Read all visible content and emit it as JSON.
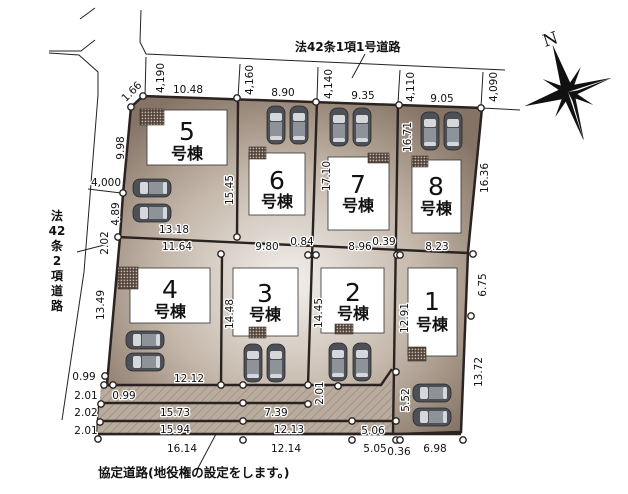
{
  "roads": {
    "north_road_label": "法42条1項1号道路",
    "west_road_label_chars": [
      "法",
      "42",
      "条",
      "2",
      "項",
      "道",
      "路"
    ],
    "agreement_road_caption": "協定道路(地役権の設定をします。)"
  },
  "compass": {
    "north_label": "N"
  },
  "lots": [
    {
      "id": "5",
      "number": "5",
      "suffix": "号棟"
    },
    {
      "id": "6",
      "number": "6",
      "suffix": "号棟"
    },
    {
      "id": "7",
      "number": "7",
      "suffix": "号棟"
    },
    {
      "id": "8",
      "number": "8",
      "suffix": "号棟"
    },
    {
      "id": "4",
      "number": "4",
      "suffix": "号棟"
    },
    {
      "id": "3",
      "number": "3",
      "suffix": "号棟"
    },
    {
      "id": "2",
      "number": "2",
      "suffix": "号棟"
    },
    {
      "id": "1",
      "number": "1",
      "suffix": "号棟"
    }
  ],
  "dimensions": {
    "road_width_north": [
      "4,190",
      "4,160",
      "4,140",
      "4,110",
      "4,090"
    ],
    "road_width_west": "4,000",
    "corner_cut": "1.66",
    "top_frontage": [
      "10.48",
      "8.90",
      "9.35",
      "9.05"
    ],
    "lot5_left": "9.98",
    "lot5_left_lower": "4.89",
    "lot5_bottom": "13.18",
    "lot5_right": "15.45",
    "lot7_left": "17.10",
    "lot8_left": "16.71",
    "lot8_right": "16.36",
    "west_gap": "2.02",
    "mid_line": [
      "11.64",
      "9.80",
      "0.84",
      "8.96",
      "0.39",
      "8.23"
    ],
    "lot4_left": "13.49",
    "lot3_left": "14.48",
    "lot2_left": "14.45",
    "lot1_left": "12.91",
    "lot1_right_upper": "6.75",
    "lot1_right_lower": "13.72",
    "lot4_bottom": "12.12",
    "lot1_parking": "5.52",
    "easement_vertical": "2.01",
    "left_stack": [
      "0.99",
      "2.01",
      "2.02",
      "2.01"
    ],
    "strip_inner": "0.99",
    "strip_row2": [
      "15.73",
      "7.39"
    ],
    "strip_row3": [
      "15.94",
      "12.13",
      "5.06"
    ],
    "bottom_line": [
      "16.14",
      "12.14",
      "5.05",
      "0.36",
      "6.98"
    ]
  },
  "colors": {
    "lot_fill_dark": "#8a7a6c",
    "lot_fill_light": "#f1eeea",
    "hatch_fill": "#b5a79a",
    "boundary": "#2a2320",
    "building": "#ffffff",
    "car_body": "#5b5e63"
  }
}
